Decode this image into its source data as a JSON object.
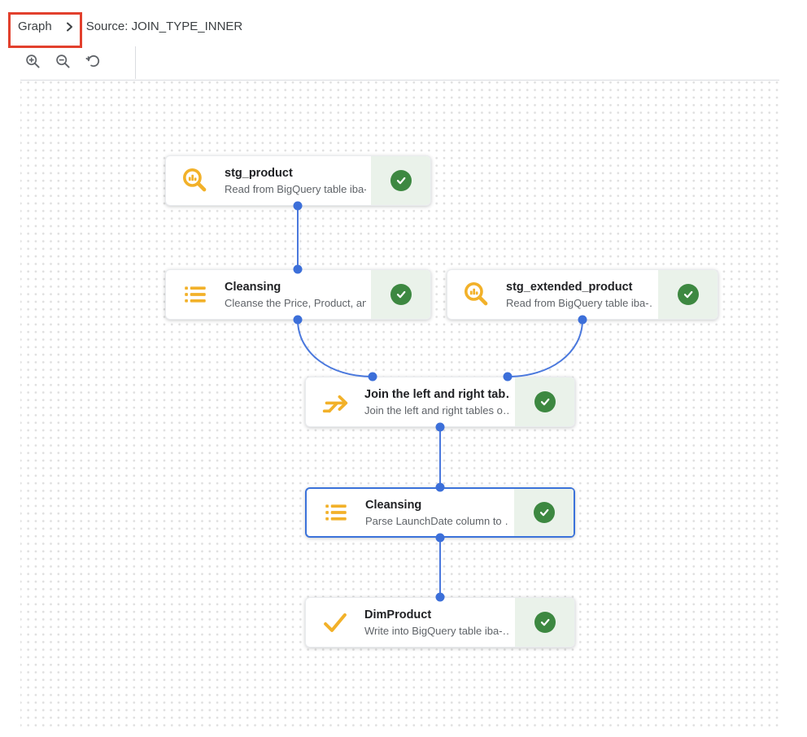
{
  "header": {
    "breadcrumb": {
      "level1": "Graph",
      "level2": "Source: JOIN_TYPE_INNER",
      "chevron_icon": "chevron-right-icon"
    },
    "annotation": {
      "shape": "red-rectangle-highlight",
      "color": "#e2402d",
      "around": "Graph"
    }
  },
  "toolbar": {
    "buttons": [
      {
        "icon": "zoom-in-icon"
      },
      {
        "icon": "zoom-out-icon"
      },
      {
        "icon": "reset-zoom-icon"
      }
    ]
  },
  "canvas": {
    "grid": "dotted",
    "nodes": [
      {
        "id": "stg_product",
        "icon": "bigquery-search-icon",
        "title": "stg_product",
        "subtitle": "Read from BigQuery table iba-…",
        "status": "success",
        "selected": false
      },
      {
        "id": "cleansing_1",
        "icon": "list-icon",
        "title": "Cleansing",
        "subtitle": "Cleanse the Price, Product, an…",
        "status": "success",
        "selected": false
      },
      {
        "id": "stg_extended_product",
        "icon": "bigquery-search-icon",
        "title": "stg_extended_product",
        "subtitle": "Read from BigQuery table iba-…",
        "status": "success",
        "selected": false
      },
      {
        "id": "join",
        "icon": "merge-arrow-icon",
        "title": "Join the left and right tab…",
        "subtitle": "Join the left and right tables o…",
        "status": "success",
        "selected": false
      },
      {
        "id": "cleansing_2",
        "icon": "list-icon",
        "title": "Cleansing",
        "subtitle": "Parse LaunchDate column to …",
        "status": "success",
        "selected": true
      },
      {
        "id": "dim_product",
        "icon": "check-icon",
        "title": "DimProduct",
        "subtitle": "Write into BigQuery table iba-…",
        "status": "success",
        "selected": false
      }
    ],
    "edges": [
      {
        "from": "stg_product",
        "to": "cleansing_1"
      },
      {
        "from": "cleansing_1",
        "to": "join"
      },
      {
        "from": "stg_extended_product",
        "to": "join"
      },
      {
        "from": "join",
        "to": "cleansing_2"
      },
      {
        "from": "cleansing_2",
        "to": "dim_product"
      }
    ]
  },
  "colors": {
    "annotation_red": "#e2402d",
    "edge_blue": "#4a78dd",
    "port_blue": "#3c6fd9",
    "selected_border_blue": "#3b72da",
    "node_icon_yellow": "#f2b129",
    "status_green": "#3d8841",
    "status_panel_bg": "#eaf2ea",
    "breadcrumb_text": "#3c4043",
    "toolbar_icon_gray": "#5f6368",
    "grid_dot": "#dfdfdf"
  }
}
